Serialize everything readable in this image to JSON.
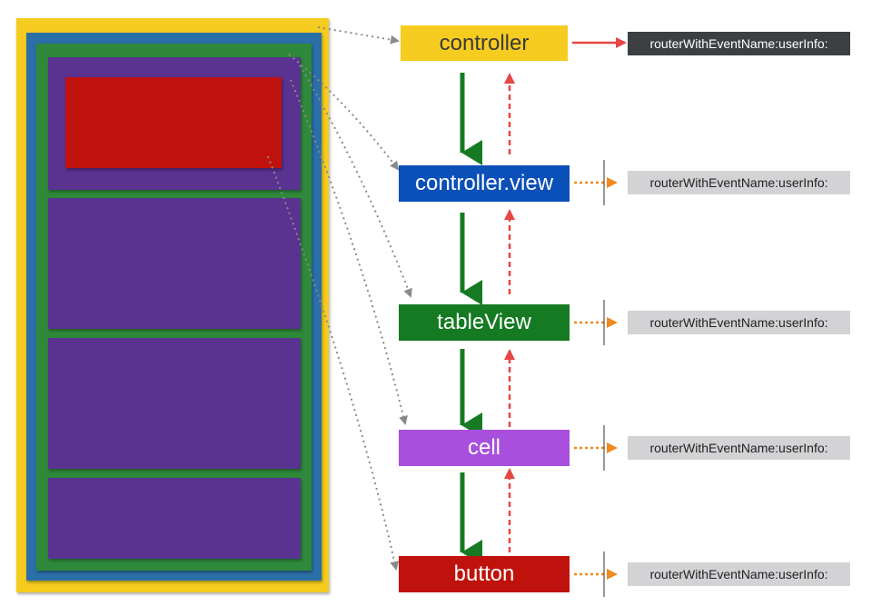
{
  "nodes": {
    "controller": {
      "label": "controller",
      "color": "#f5cc1f",
      "text_color": "#3a3a3a"
    },
    "controller_view": {
      "label": "controller.view",
      "color": "#0b4fb8",
      "text_color": "#ffffff"
    },
    "table_view": {
      "label": "tableView",
      "color": "#157a22",
      "text_color": "#ffffff"
    },
    "cell": {
      "label": "cell",
      "color": "#a84fdd",
      "text_color": "#ffffff"
    },
    "button": {
      "label": "button",
      "color": "#c0120c",
      "text_color": "#ffffff"
    }
  },
  "methods": {
    "controller": "routerWithEventName:userInfo:",
    "controller_view": "routerWithEventName:userInfo:",
    "table_view": "routerWithEventName:userInfo:",
    "cell": "routerWithEventName:userInfo:",
    "button": "routerWithEventName:userInfo:"
  },
  "colors": {
    "window_yellow": "#f5cc1f",
    "view_blue": "#2b6fa8",
    "table_green": "#2e8a3a",
    "cell_purple": "#5a3290",
    "button_red": "#c0120c",
    "down_arrow_green": "#157a22",
    "up_arrow_red": "#e84545",
    "side_arrow_orange": "#ef8a1e",
    "method_dark_bg": "#3d4043",
    "method_light_bg": "#d3d3d6"
  }
}
